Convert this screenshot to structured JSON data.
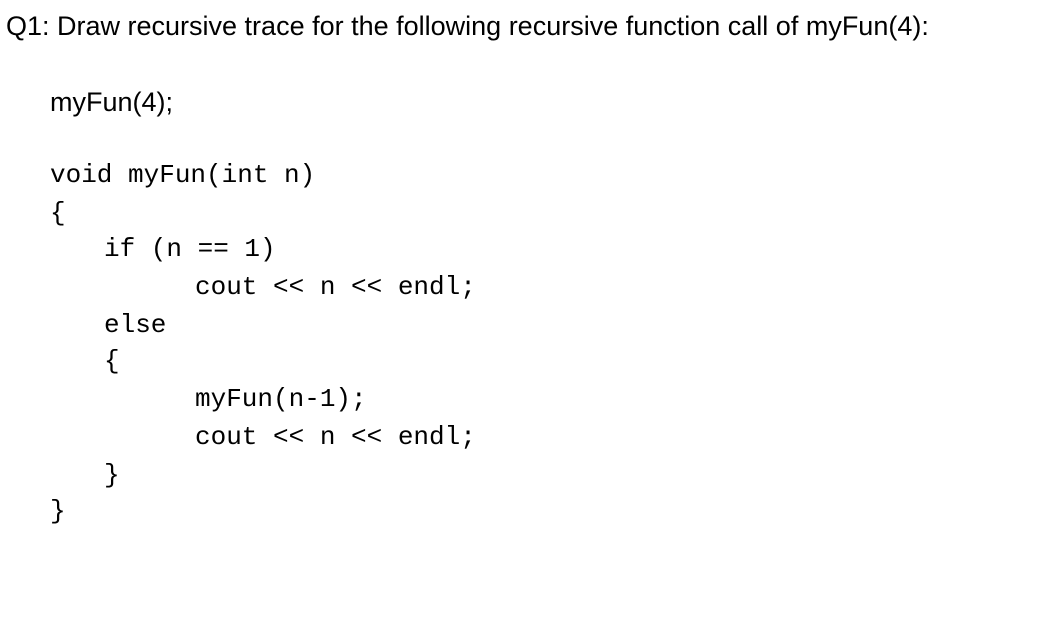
{
  "question": {
    "text": "Q1: Draw recursive trace for the following recursive function call of myFun(4):"
  },
  "call": {
    "text": "myFun(4);"
  },
  "code": {
    "lines": [
      "void myFun(int n)",
      "{",
      "if (n == 1)",
      "cout << n << endl;",
      "else",
      "{",
      "myFun(n-1);",
      "cout << n << endl;",
      "}",
      "}"
    ]
  }
}
